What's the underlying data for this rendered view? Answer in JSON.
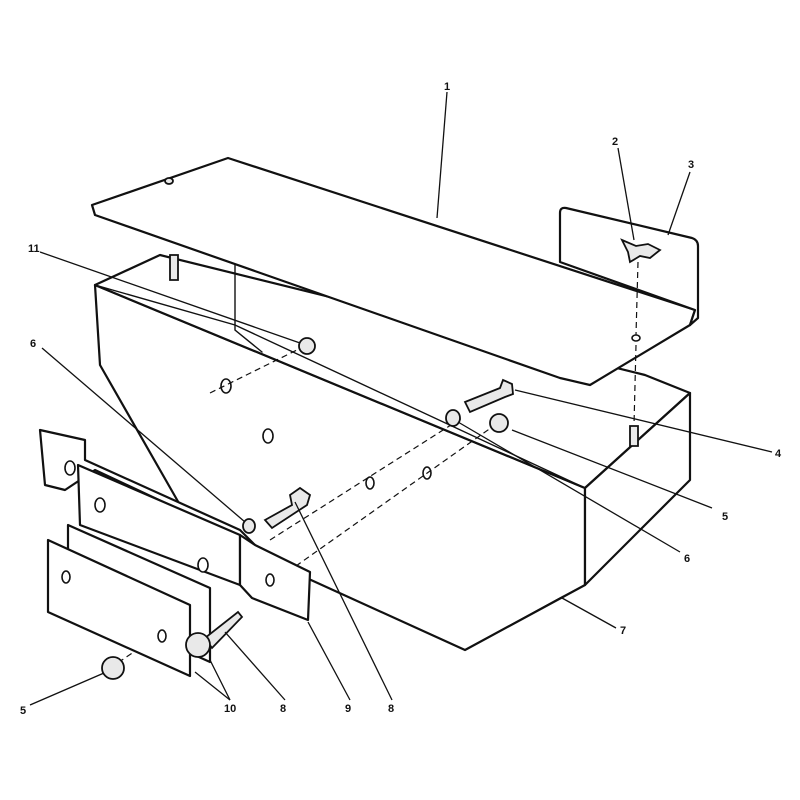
{
  "diagram": {
    "callouts": [
      {
        "id": "c1",
        "label": "1"
      },
      {
        "id": "c2",
        "label": "2"
      },
      {
        "id": "c3",
        "label": "3"
      },
      {
        "id": "c4",
        "label": "4"
      },
      {
        "id": "c5a",
        "label": "5"
      },
      {
        "id": "c5b",
        "label": "5"
      },
      {
        "id": "c6a",
        "label": "6"
      },
      {
        "id": "c6b",
        "label": "6"
      },
      {
        "id": "c7",
        "label": "7"
      },
      {
        "id": "c8a",
        "label": "8"
      },
      {
        "id": "c8b",
        "label": "8"
      },
      {
        "id": "c9",
        "label": "9"
      },
      {
        "id": "c10",
        "label": "10"
      },
      {
        "id": "c11",
        "label": "11"
      }
    ]
  }
}
